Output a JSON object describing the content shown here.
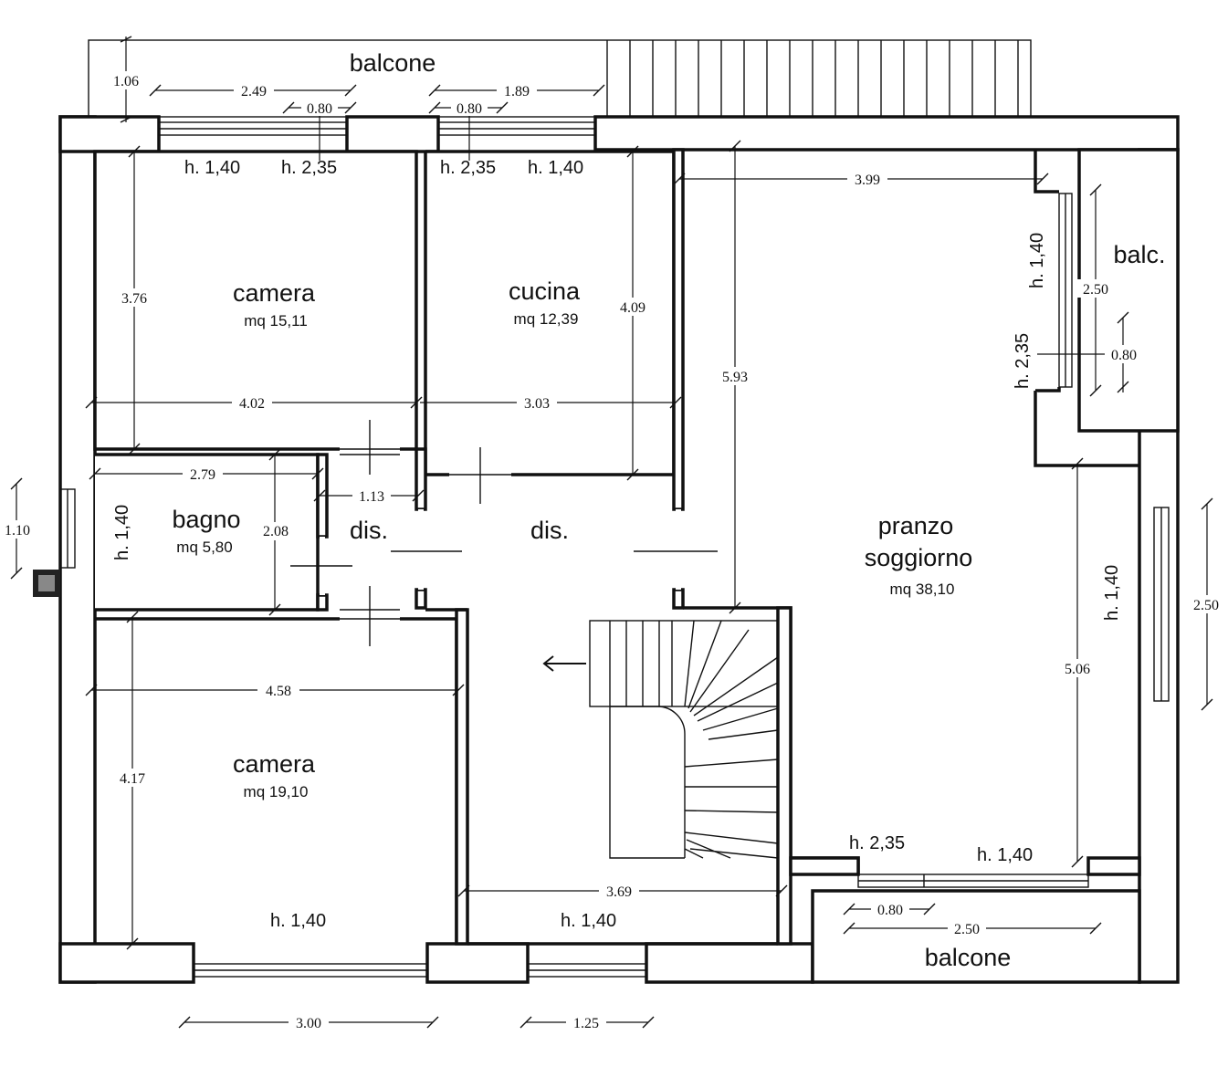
{
  "plan": {
    "rooms": {
      "balcone_top": "balcone",
      "balcone_bottom": "balcone",
      "balc_right": "balc.",
      "camera_top": {
        "name": "camera",
        "area": "mq  15,11"
      },
      "cucina": {
        "name": "cucina",
        "area": "mq  12,39"
      },
      "bagno": {
        "name": "bagno",
        "area": "mq  5,80"
      },
      "dis_small": "dis.",
      "dis_large": "dis.",
      "pranzo_line1": "pranzo",
      "pranzo_line2": "soggiorno",
      "pranzo_area": "mq  38,10",
      "camera_bottom": {
        "name": "camera",
        "area": "mq  19,10"
      }
    },
    "heights": {
      "cam_top_win": "h.  1,40",
      "cam_top_door": "h.  2,35",
      "cuc_door": "h.  2,35",
      "cuc_win": "h.  1,40",
      "balc_win": "h.  1,40",
      "balc_door": "h.  2,35",
      "bagno_win": "h.  1,40",
      "sogg_right_win": "h.  1,40",
      "sogg_bottom_door": "h.  2,35",
      "sogg_bottom_win": "h.  1,40",
      "cam_bottom_win": "h.  1,40",
      "dis_bottom_win": "h.  1,40"
    },
    "dimensions": {
      "d_1_06": "1.06",
      "d_2_49": "2.49",
      "d_0_80_a": "0.80",
      "d_0_80_b": "0.80",
      "d_1_89": "1.89",
      "d_3_99": "3.99",
      "d_3_76": "3.76",
      "d_4_09": "4.09",
      "d_5_93": "5.93",
      "d_2_50_balc": "2.50",
      "d_0_80_balc": "0.80",
      "d_4_02": "4.02",
      "d_3_03": "3.03",
      "d_2_79": "2.79",
      "d_1_13": "1.13",
      "d_2_08": "2.08",
      "d_1_10": "1.10",
      "d_4_58": "4.58",
      "d_4_17": "4.17",
      "d_5_06": "5.06",
      "d_2_50_right": "2.50",
      "d_3_69": "3.69",
      "d_0_80_bottom": "0.80",
      "d_2_50_bottom": "2.50",
      "d_3_00": "3.00",
      "d_1_25": "1.25"
    }
  }
}
